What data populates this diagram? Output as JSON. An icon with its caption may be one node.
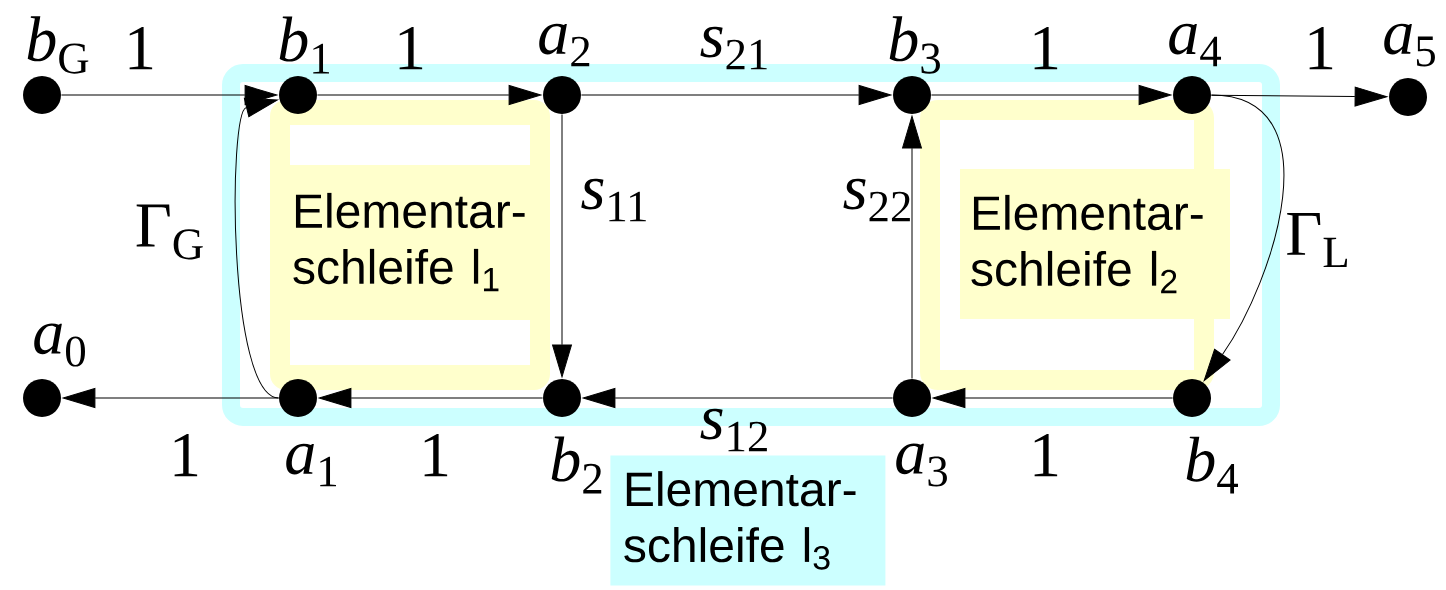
{
  "diagram": {
    "nodes": [
      {
        "text": [
          "Elementar- schleife l$_{3}$"
        ]
      },
      {
        "text": [
          "Elementar- schleife l$_{1}$"
        ],
        "in": 0
      },
      {
        "text": [
          "Elementar- schleife l$_{2}$"
        ],
        "in": 0
      },
      {
        "text": [
          "*b*$_{G}$"
        ]
      },
      {
        "text": [
          "*b*$_{1}$"
        ],
        "in": 0
      },
      {
        "text": [
          "*a*$_{2}$"
        ],
        "in": 0
      },
      {
        "text": [
          "*b*$_{3}$"
        ],
        "in": 0
      },
      {
        "text": [
          "*a*$_{4}$"
        ],
        "in": 0
      },
      {
        "text": [
          "*a*$_{5}$"
        ]
      },
      {
        "text": [
          "*a*$_{0}$"
        ]
      },
      {
        "text": [
          "*a*$_{1}$"
        ],
        "in": 0
      },
      {
        "text": [
          "*b*$_{2}$"
        ],
        "in": 0
      },
      {
        "text": [
          "*a*$_{3}$"
        ],
        "in": 0
      },
      {
        "text": [
          "*b*$_{4}$"
        ],
        "in": 0
      }
    ],
    "edges": [
      {
        "from": 3,
        "to": 4,
        "arrow": "to",
        "label": "1"
      },
      {
        "from": 4,
        "to": 5,
        "arrow": "to",
        "label": "1"
      },
      {
        "from": 5,
        "to": 6,
        "arrow": "to",
        "label": "*s*$_{21}$"
      },
      {
        "from": 6,
        "to": 7,
        "arrow": "to",
        "label": "1"
      },
      {
        "from": 7,
        "to": 8,
        "arrow": "to",
        "label": "1"
      },
      {
        "from": 5,
        "to": 11,
        "arrow": "to",
        "label": "*s*$_{11}$"
      },
      {
        "from": 12,
        "to": 6,
        "arrow": "to",
        "label": "*s*$_{22}$"
      },
      {
        "from": 12,
        "to": 11,
        "arrow": "to",
        "label": "*s*$_{12}$"
      },
      {
        "from": 13,
        "to": 12,
        "arrow": "to",
        "label": "1"
      },
      {
        "from": 11,
        "to": 10,
        "arrow": "to",
        "label": "1"
      },
      {
        "from": 10,
        "to": 9,
        "arrow": "to",
        "label": "1"
      },
      {
        "from": 10,
        "to": 4,
        "arrow": "to",
        "label": "Γ$_{G}$"
      },
      {
        "from": 7,
        "to": 13,
        "arrow": "to",
        "label": "Γ$_{L}$"
      }
    ]
  }
}
